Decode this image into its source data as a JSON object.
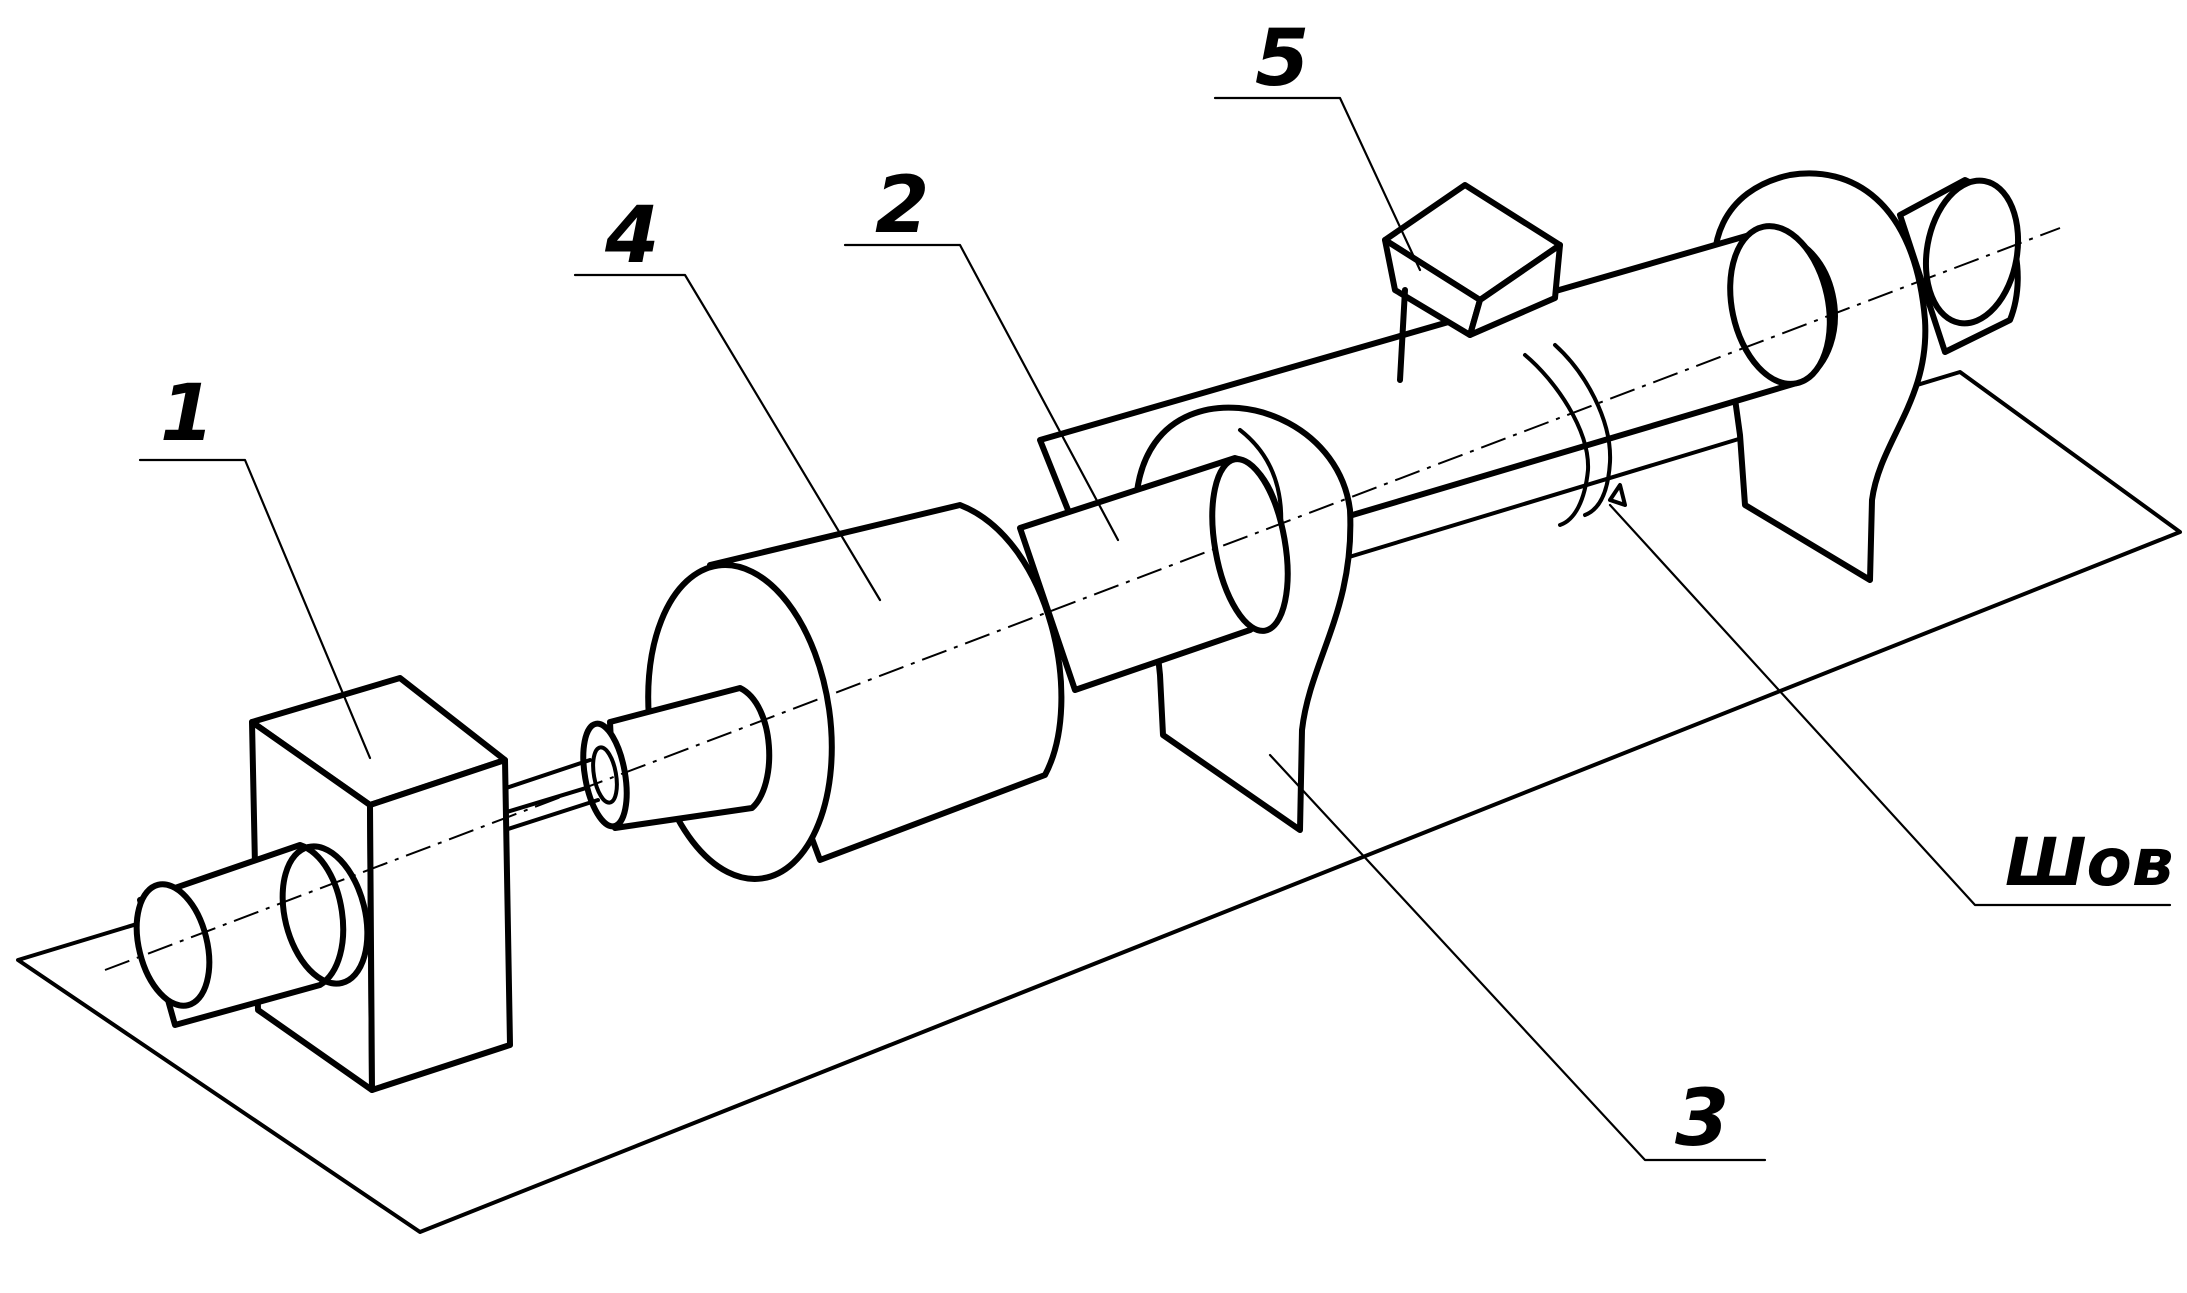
{
  "callouts": [
    {
      "id": "1",
      "text": "1"
    },
    {
      "id": "4",
      "text": "4"
    },
    {
      "id": "2",
      "text": "2"
    },
    {
      "id": "5",
      "text": "5"
    },
    {
      "id": "3",
      "text": "3"
    },
    {
      "id": "seam",
      "text": "Шов"
    }
  ]
}
